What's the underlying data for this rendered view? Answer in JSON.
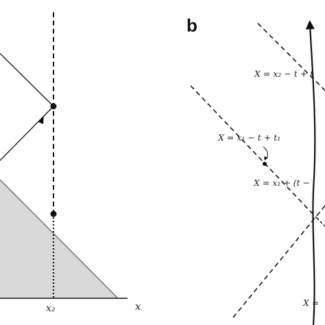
{
  "panel_b": {
    "letter": "b",
    "label_upper": "X = x₂ − t + t",
    "label_mid": "X = x₁ − t + t₁",
    "label_lower": "X = x₁ + (t −",
    "label_bottom": "X ="
  },
  "panel_a": {
    "x_axis_label": "x",
    "tick_label": "x₂"
  },
  "colors": {
    "line": "#111111",
    "shade": "#d9d9d9",
    "shade_edge": "#555555"
  }
}
